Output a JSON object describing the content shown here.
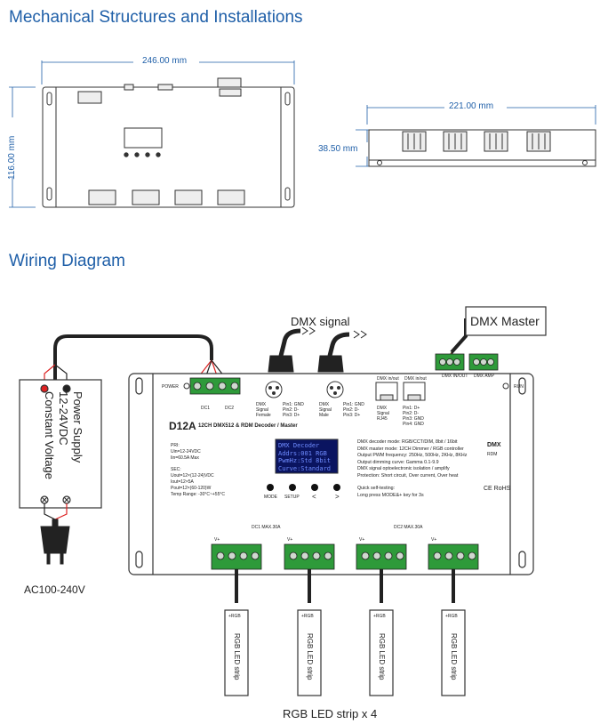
{
  "titles": {
    "mechanical": "Mechanical Structures and Installations",
    "wiring": "Wiring Diagram"
  },
  "dimensions": {
    "width": "246.00 mm",
    "height": "116.00 mm",
    "length_side": "221.00 mm",
    "depth": "38.50 mm"
  },
  "power_supply": {
    "line1": "Power Supply",
    "line2": "12-24VDC",
    "line3": "Constant Voltage",
    "ac": "AC100-240V"
  },
  "dmx": {
    "signal": "DMX signal",
    "master": "DMX Master",
    "in_out": "DMX IN/OUT",
    "amp": "DMX AMP",
    "run": "RUN",
    "power": "POWER",
    "female": "DMX Signal Female",
    "male": "DMX Signal Male",
    "pins_female": "Pin1: GND Pin2: D- Pin3: D+",
    "pins_male": "Pin1: GND Pin2: D- Pin3: D+",
    "rj45_in": "DMX in/out",
    "rj45_out": "DMX in/out",
    "rj45_label": "DMX Signal RJ45",
    "rj45_pins": "Pin1: D+ Pin2: D- Pin3: GND Pin4: GND"
  },
  "device": {
    "model": "D12A",
    "subtitle": "12CH DMX512 & RDM Decoder / Master",
    "pri": "PRI:",
    "uin": "Uin=12-24VDC",
    "iin": "Iin=60.5A Max",
    "sec": "SEC:",
    "uout": "Uout=12×(12-24)VDC",
    "iout": "Iout=12×5A",
    "pout": "Pout=12×(60-120)W",
    "temp": "Temp Range: -30°C~+55°C",
    "screen_l1": "DMX Decoder",
    "screen_l2": "Addrs:001   RGB",
    "screen_l3": "PwmHz:Std   8bit",
    "screen_l4": "Curve:Standard",
    "btn_mode": "MODE",
    "btn_setup": "SETUP",
    "btn_left": "<",
    "btn_right": ">",
    "spec1": "DMX decoder mode: RGB/CCT/DIM, 8bit / 16bit",
    "spec2": "DMX master mode: 12CH Dimmer / RGB controller",
    "spec3": "Output PWM frequency: 250Hz, 500Hz, 2KHz, 8KHz",
    "spec4": "Output dimming curve: Gamma 0.1-9.9",
    "spec5": "DMX signal optoelectronic isolation / amplify",
    "spec6": "Protection: Short circuit, Over current, Over heat",
    "test1": "Quick self-testing:",
    "test2": "Long press MODE&+ key for 3s",
    "dc1": "DC1  MAX.30A",
    "dc2": "DC2  MAX.30A",
    "dc1_small": "DC1",
    "dc2_small": "DC2",
    "vplus": "V+",
    "cert": "CE RoHS",
    "dmx_logo": "DMX",
    "rdm": "RDM"
  },
  "strips": {
    "label": "RGB LED strip",
    "connector": "+RGB",
    "footer": "RGB LED strip x 4"
  },
  "colors": {
    "blue": "#1f5fa8",
    "green": "#2e9a3a",
    "dark": "#222222"
  }
}
